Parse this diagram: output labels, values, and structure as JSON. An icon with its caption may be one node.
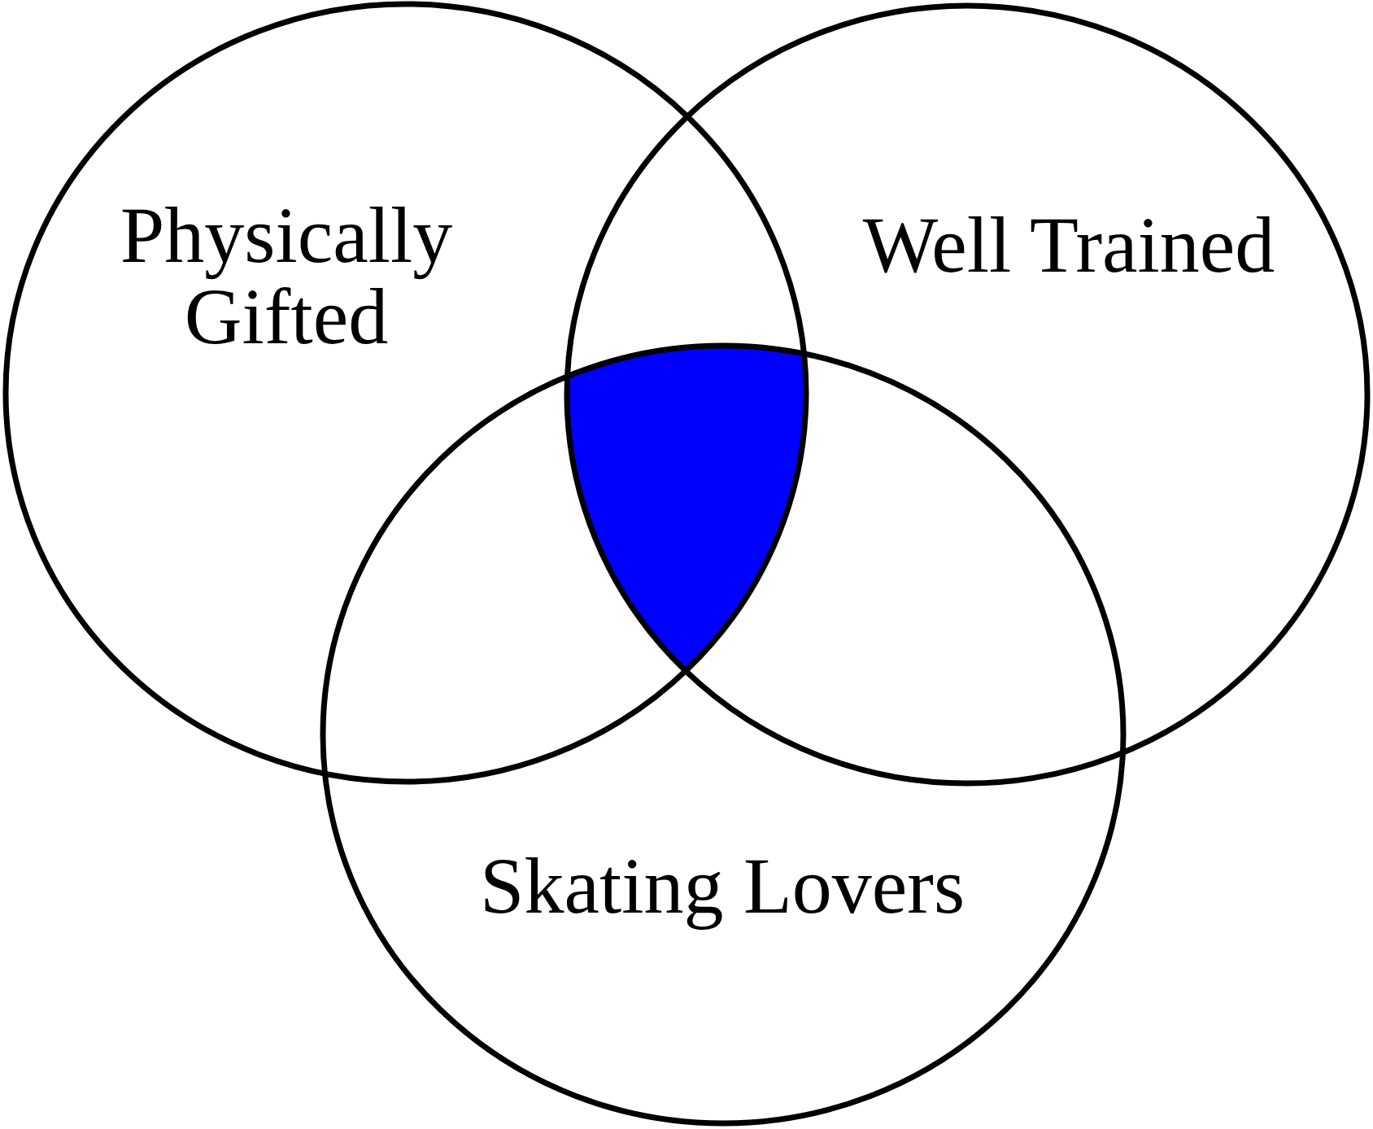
{
  "diagram": {
    "nodes": [
      {
        "text": [
          "Physically Gifted"
        ]
      },
      {
        "text": [
          "Well Trained"
        ]
      },
      {
        "text": [
          "Skating Lovers"
        ]
      }
    ]
  }
}
